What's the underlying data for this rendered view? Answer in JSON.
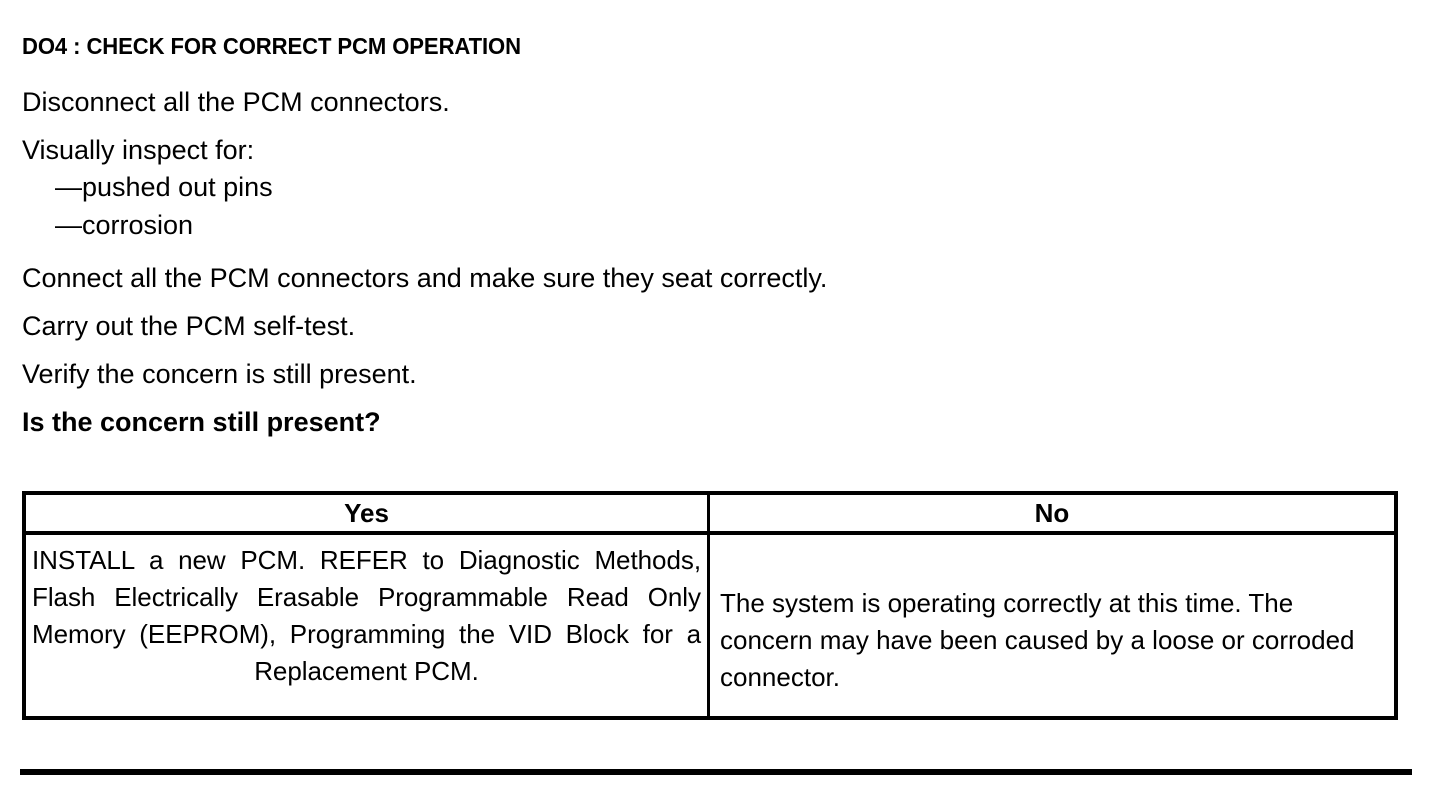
{
  "document": {
    "title": "DO4 : CHECK FOR CORRECT PCM OPERATION",
    "steps": [
      {
        "text": "Disconnect all the PCM connectors.",
        "bold": false
      },
      {
        "text": "Visually inspect for:",
        "bold": false
      }
    ],
    "inspect_items": [
      "—pushed out pins",
      "—corrosion"
    ],
    "steps_after": [
      {
        "text": "Connect all the PCM connectors and make sure they seat correctly.",
        "bold": false
      },
      {
        "text": "Carry out the PCM self-test.",
        "bold": false
      },
      {
        "text": "Verify the concern is still present.",
        "bold": false
      },
      {
        "text": "Is the concern still present?",
        "bold": true
      }
    ]
  },
  "decision_table": {
    "headers": {
      "yes": "Yes",
      "no": "No"
    },
    "cells": {
      "yes": "INSTALL a new PCM. REFER to Diagnostic Methods, Flash Electrically Erasable Programmable Read Only Memory (EEPROM), Programming the VID Block for a Replacement PCM.",
      "no": "The system is operating correctly at this time. The concern may have been caused by a loose or corroded connector."
    }
  },
  "colors": {
    "text": "#000000",
    "background": "#ffffff",
    "rule": "#000000"
  }
}
